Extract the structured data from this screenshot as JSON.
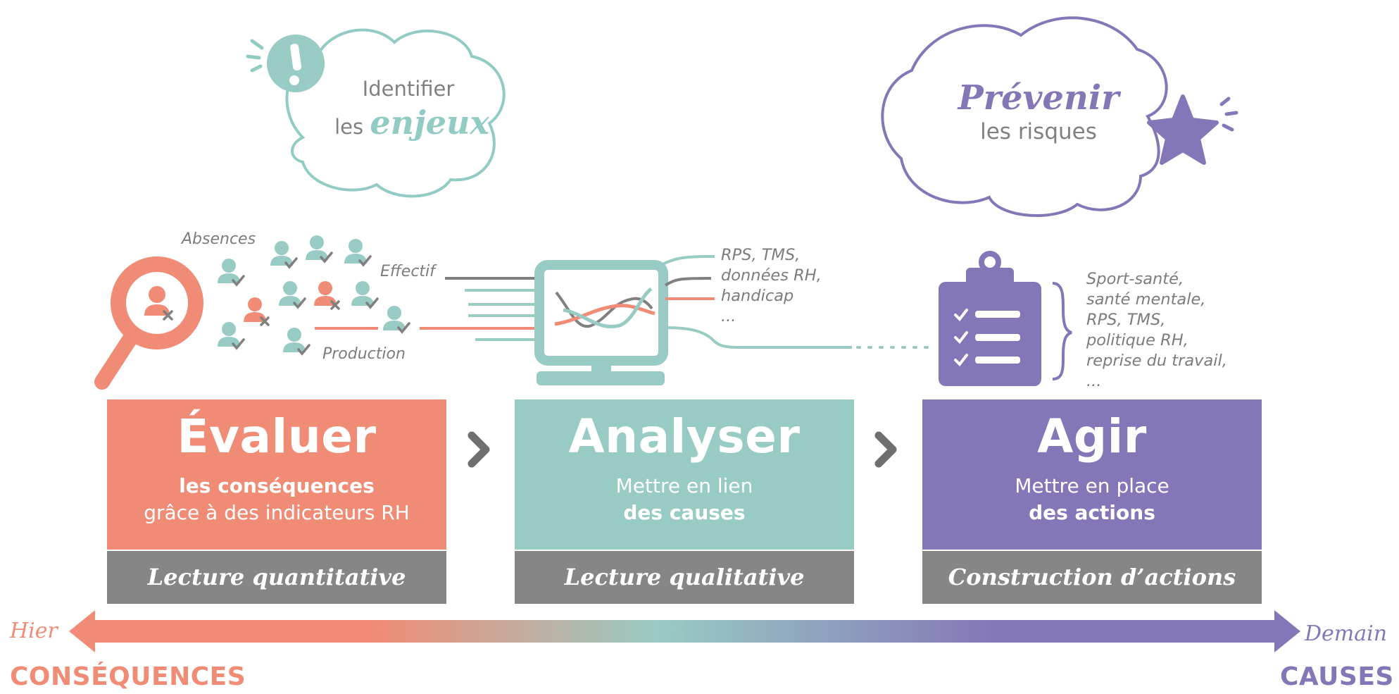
{
  "clouds": {
    "identify": {
      "line1": "Identifier",
      "line2_plain": "les ",
      "line2_highlight": "enjeux"
    },
    "prevent": {
      "line1": "Prévenir",
      "line2": "les risques"
    }
  },
  "labels": {
    "absences": "Absences",
    "effectif": "Effectif",
    "production": "Production",
    "analysis_sources": [
      "RPS, TMS,",
      "données RH,",
      "handicap",
      "..."
    ],
    "action_topics": [
      "Sport-santé,",
      "santé mentale,",
      "RPS, TMS,",
      "politique RH,",
      "reprise du travail,",
      "..."
    ]
  },
  "steps": [
    {
      "title": "Évaluer",
      "line1": "les conséquences",
      "line2": "grâce à des indicateurs RH",
      "footer": "Lecture quantitative",
      "color": "#f08c75"
    },
    {
      "title": "Analyser",
      "line1": "Mettre en lien",
      "line2": "des causes",
      "footer": "Lecture qualitative",
      "color": "#98cbc4"
    },
    {
      "title": "Agir",
      "line1": "Mettre en place",
      "line2": "des actions",
      "footer": "Construction d’actions",
      "color": "#8577b7"
    }
  ],
  "timeline": {
    "left_word": "Hier",
    "right_word": "Demain",
    "left_caption": "CONSÉQUENCES",
    "right_caption": "CAUSES",
    "color_left": "#f08c75",
    "color_mid": "#98cbc4",
    "color_right": "#8577b7"
  },
  "colors": {
    "coral": "#f08c75",
    "teal": "#98cbc4",
    "purple": "#8577b7",
    "grey": "#868686"
  },
  "icons": [
    "alert-icon",
    "star-icon",
    "magnifier-person-icon",
    "person-check-icon",
    "person-cross-icon",
    "computer-graph-icon",
    "clipboard-checklist-icon",
    "chevron-right-icon"
  ]
}
